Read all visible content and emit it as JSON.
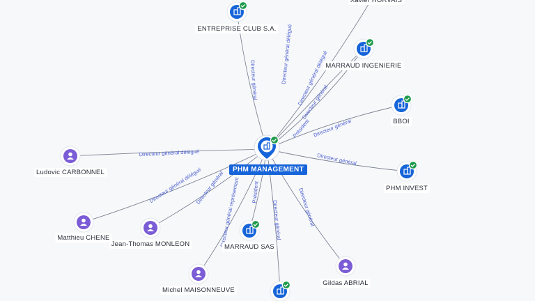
{
  "center": {
    "label": "PHM MANAGEMENT"
  },
  "companies": [
    {
      "id": "entreprise-club",
      "label": "ENTREPRISE CLUB S.A."
    },
    {
      "id": "xavier",
      "label": "Xavier HORVAIS"
    },
    {
      "id": "marraud-ingenierie",
      "label": "MARRAUD INGENIERIE"
    },
    {
      "id": "bboi",
      "label": "BBOI"
    },
    {
      "id": "phm-invest",
      "label": "PHM INVEST"
    },
    {
      "id": "marraud-sas",
      "label": "MARRAUD SAS"
    },
    {
      "id": "bottom-company",
      "label": ""
    }
  ],
  "persons": [
    {
      "id": "ludovic",
      "label": "Ludovic CARBONNEL"
    },
    {
      "id": "matthieu",
      "label": "Matthieu CHENE"
    },
    {
      "id": "jean-thomas",
      "label": "Jean-Thomas MONLEON"
    },
    {
      "id": "michel",
      "label": "Michel MAISONNEUVE"
    },
    {
      "id": "gildas",
      "label": "Gildas ABRIAL"
    }
  ],
  "edge_labels": [
    "Directeur général",
    "Directeur général délégué",
    "Directeur général délégué",
    "Directeur général",
    "Directeur général",
    "Président",
    "Directeur général",
    "Directeur général délégué",
    "Directeur général délégué",
    "Directeur général",
    "Directeur général",
    "Président",
    "Directeur général représentant",
    "Directeur général"
  ],
  "colors": {
    "company_icon": "#1664d9",
    "person_icon": "#7b5cd6",
    "check_badge": "#1e9a4b",
    "edge": "#7d8494",
    "edge_label": "#4a5fd0",
    "center_label_bg": "#1664d9"
  },
  "icons": {
    "company": "building-icon",
    "person": "person-icon",
    "badge": "check-icon"
  }
}
